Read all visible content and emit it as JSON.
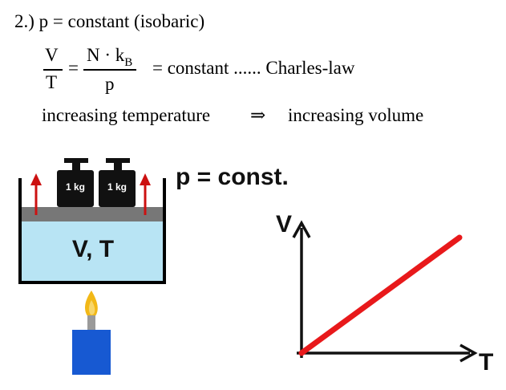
{
  "header": {
    "line1": "2.) p  =  constant (isobaric)",
    "frac1_num": "V",
    "frac1_den": "T",
    "equals": "=",
    "frac2_num": "N · k",
    "frac2_sub": "B",
    "frac2_den": "p",
    "eq_tail": "=  constant ...... Charles-law",
    "line3_left": "increasing temperature",
    "arrow": "⇒",
    "line3_right": "increasing volume"
  },
  "diagram": {
    "weight_left": "1 kg",
    "weight_right": "1 kg",
    "gas_label": "V, T",
    "condition_label": "p = const."
  },
  "graph": {
    "y_axis_label": "V",
    "x_axis_label": "T",
    "line_color": "#e8191b"
  },
  "colors": {
    "gas": "#b8e4f4",
    "piston": "#777777",
    "arrows": "#cc1111",
    "burner": "#1759d2",
    "flame": "#f2b817"
  }
}
